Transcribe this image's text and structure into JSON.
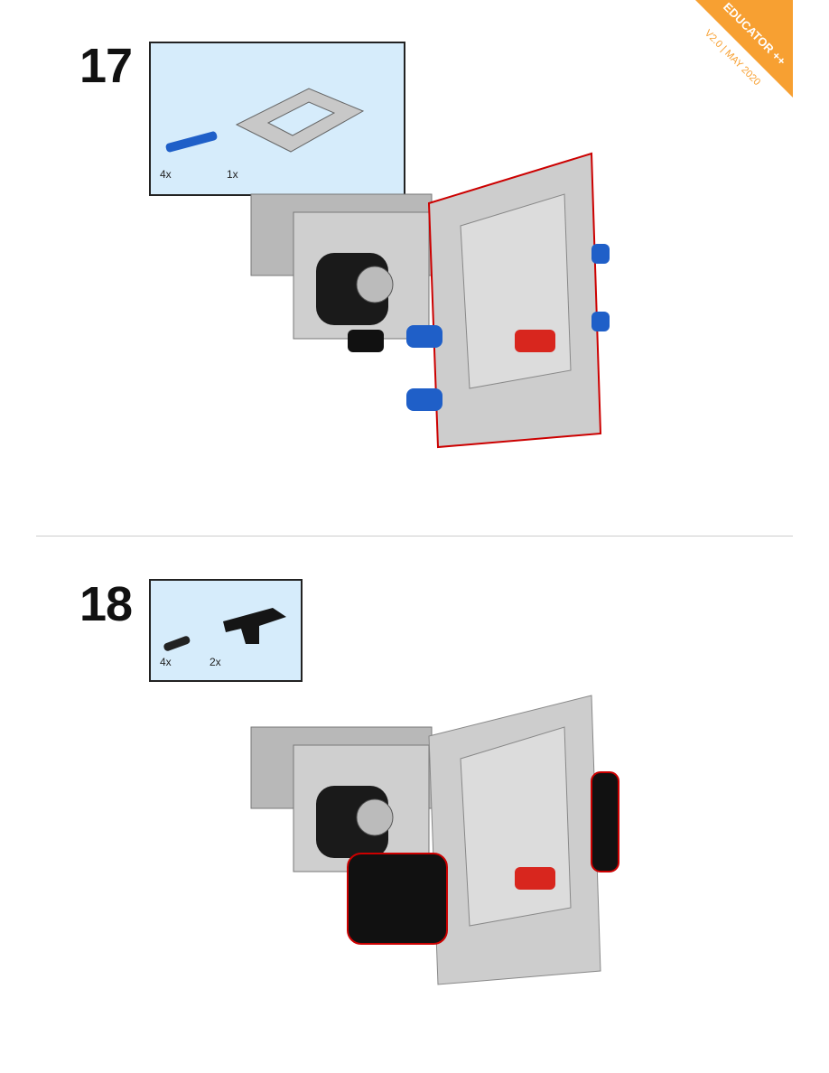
{
  "badge": {
    "title": "EDUCATOR ++",
    "subtitle": "V2.0  |  MAY 2020",
    "color": "#f7a032"
  },
  "steps": [
    {
      "number": "17",
      "parts": [
        {
          "name": "blue-pin",
          "qty": "4x"
        },
        {
          "name": "frame-5x7",
          "qty": "1x"
        }
      ]
    },
    {
      "number": "18",
      "parts": [
        {
          "name": "black-pin",
          "qty": "4x"
        },
        {
          "name": "black-t-beam",
          "qty": "2x"
        }
      ]
    }
  ]
}
